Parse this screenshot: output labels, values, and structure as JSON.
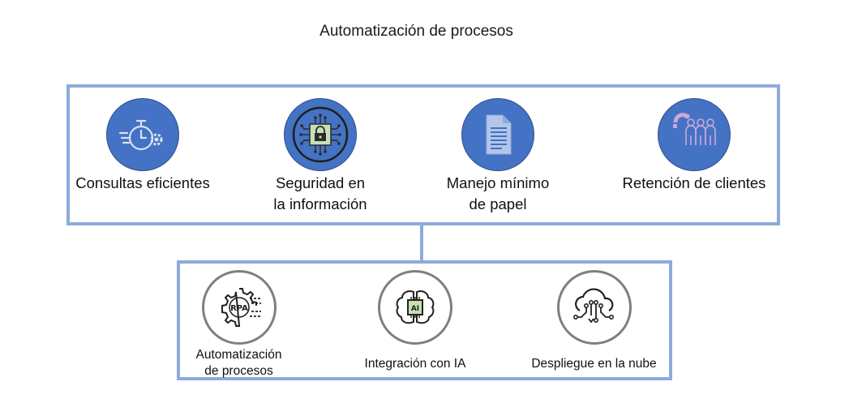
{
  "title": "Automatización de procesos",
  "colors": {
    "box_border": "#8eaadb",
    "circle_fill": "#4472c4",
    "circle_outline": "#7f7f7f"
  },
  "top_items": [
    {
      "icon": "stopwatch-gear-icon",
      "label_1": "Consultas eficientes",
      "label_2": ""
    },
    {
      "icon": "circuit-lock-icon",
      "label_1": "Seguridad en",
      "label_2": "la información"
    },
    {
      "icon": "document-icon",
      "label_1": "Manejo mínimo",
      "label_2": "de papel"
    },
    {
      "icon": "magnet-people-icon",
      "label_1": "Retención de clientes",
      "label_2": ""
    }
  ],
  "bottom_items": [
    {
      "icon": "rpa-gear-icon",
      "icon_text": "RPA",
      "label_1": "Automatización",
      "label_2": "de procesos"
    },
    {
      "icon": "ai-brain-icon",
      "icon_text": "AI",
      "label_1": "Integración con IA",
      "label_2": ""
    },
    {
      "icon": "cloud-network-icon",
      "label_1": "Despliegue en la nube",
      "label_2": ""
    }
  ]
}
